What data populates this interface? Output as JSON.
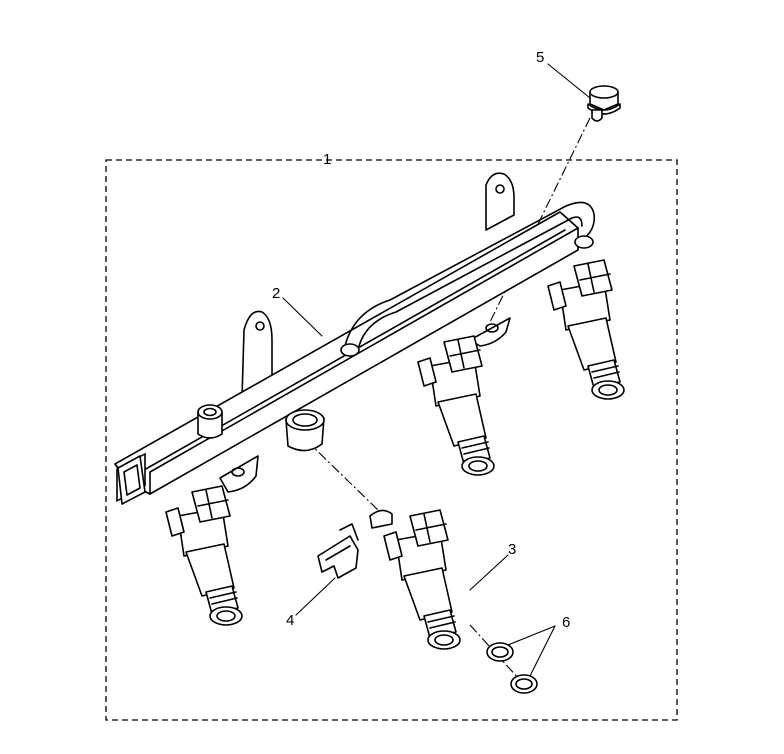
{
  "callouts": [
    {
      "id": "1",
      "text": "1"
    },
    {
      "id": "2",
      "text": "2"
    },
    {
      "id": "3",
      "text": "3"
    },
    {
      "id": "4",
      "text": "4"
    },
    {
      "id": "5",
      "text": "5"
    },
    {
      "id": "6",
      "text": "6"
    }
  ],
  "colors": {
    "line": "#000000",
    "background": "#ffffff"
  }
}
